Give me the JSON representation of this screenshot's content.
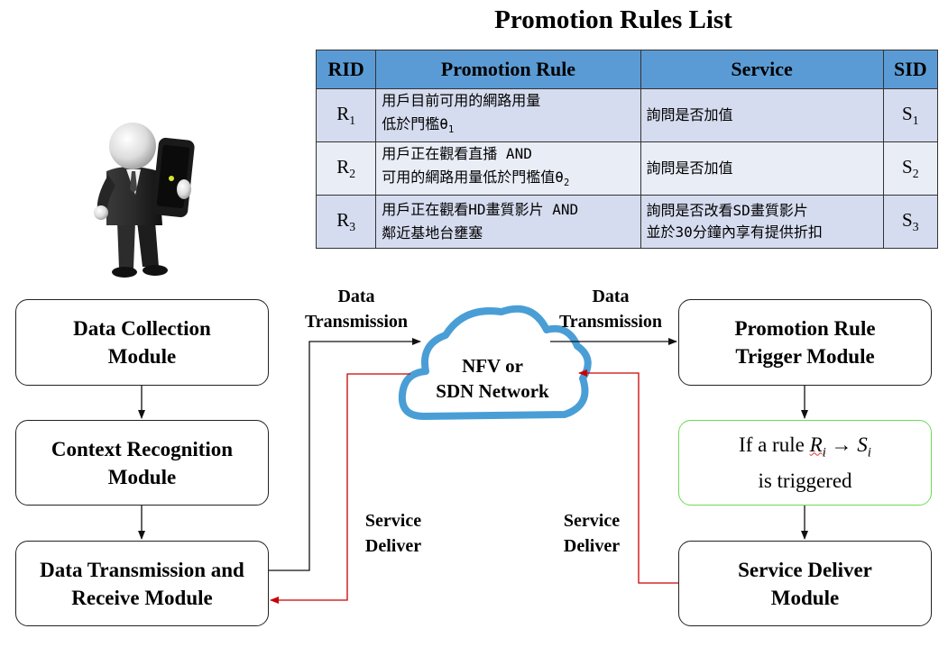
{
  "title": "Promotion Rules List",
  "table": {
    "headers": [
      "RID",
      "Promotion Rule",
      "Service",
      "SID"
    ],
    "rows": [
      {
        "rid": "R",
        "rid_sub": "1",
        "rule_line1": "用戶目前可用的網路用量",
        "rule_line2": "低於門檻θ",
        "rule_line2_sub": "1",
        "service_line1": "詢問是否加值",
        "service_line2": "",
        "sid": "S",
        "sid_sub": "1"
      },
      {
        "rid": "R",
        "rid_sub": "2",
        "rule_line1": "用戶正在觀看直播 AND",
        "rule_line2": "可用的網路用量低於門檻值θ",
        "rule_line2_sub": "2",
        "service_line1": "詢問是否加值",
        "service_line2": "",
        "sid": "S",
        "sid_sub": "2"
      },
      {
        "rid": "R",
        "rid_sub": "3",
        "rule_line1": "用戶正在觀看HD畫質影片 AND",
        "rule_line2": "鄰近基地台壅塞",
        "rule_line2_sub": "",
        "service_line1": "詢問是否改看SD畫質影片",
        "service_line2": "並於30分鐘內享有提供折扣",
        "sid": "S",
        "sid_sub": "3"
      }
    ]
  },
  "modules": {
    "data_collection": "Data Collection Module",
    "context_recognition": "Context Recognition Module",
    "data_transmission": "Data Transmission and Receive Module",
    "promotion_trigger": "Promotion Rule Trigger Module",
    "service_deliver": "Service Deliver Module"
  },
  "condition": {
    "prefix": "If a rule ",
    "ri": "R",
    "ri_sub": "i",
    "arrow": " → ",
    "si": "S",
    "si_sub": "i",
    "suffix": "is triggered"
  },
  "cloud": {
    "line1": "NFV or",
    "line2": "SDN Network"
  },
  "labels": {
    "data_transmission_left": "Data Transmission",
    "data_transmission_right": "Data Transmission",
    "service_deliver_left": "Service Deliver",
    "service_deliver_right": "Service Deliver"
  },
  "colors": {
    "header": "#5b9bd5",
    "cloud": "#4a9ed6",
    "return_line": "#cc0000",
    "condition_border": "#6cdc54"
  },
  "icons": {
    "user": "businessman-with-smartphone-icon",
    "network": "cloud-icon"
  }
}
